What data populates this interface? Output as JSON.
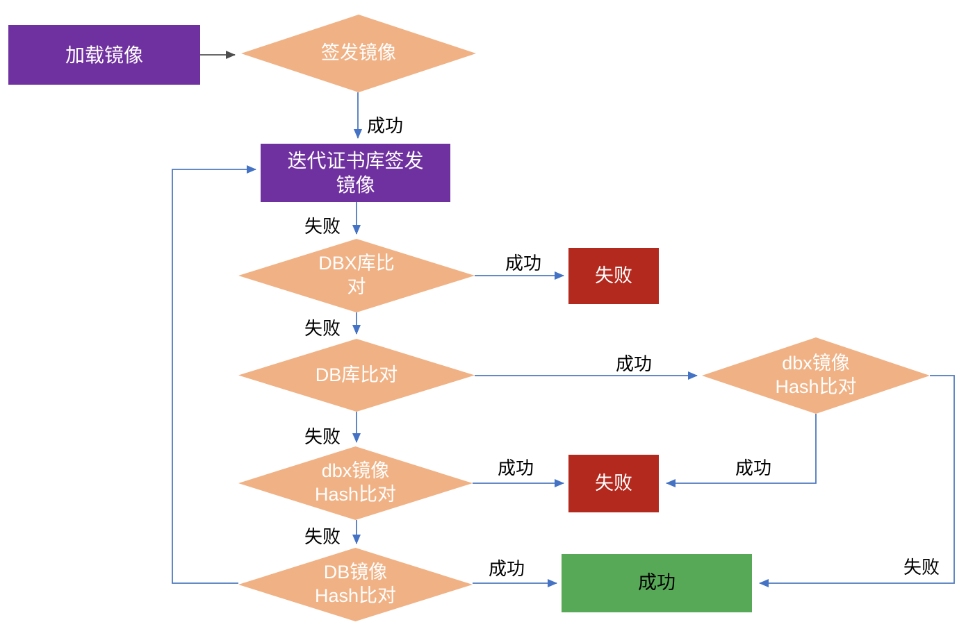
{
  "diagram": {
    "type": "flowchart",
    "language": "zh-CN",
    "colors": {
      "process_fill": "#7031A0",
      "decision_fill": "#F0B184",
      "fail_fill": "#B3291E",
      "success_fill": "#57A957",
      "connector_blue": "#4E79BE",
      "connector_gray": "#6A6A6A",
      "node_text": "#ffffff",
      "label_text": "#000000"
    },
    "nodes": {
      "load": {
        "label": "加载镜像",
        "type": "process"
      },
      "sign": {
        "label": "签发镜像",
        "type": "decision"
      },
      "iterate": {
        "line1": "迭代证书库签发",
        "line2": "镜像",
        "type": "process"
      },
      "dbx_lib": {
        "line1": "DBX库比",
        "line2": "对",
        "type": "decision"
      },
      "db_lib": {
        "label": "DB库比对",
        "type": "decision"
      },
      "dbx_hash_right": {
        "line1": "dbx镜像",
        "line2": "Hash比对",
        "type": "decision"
      },
      "dbx_hash_mid": {
        "line1": "dbx镜像",
        "line2": "Hash比对",
        "type": "decision"
      },
      "db_hash": {
        "line1": "DB镜像",
        "line2": "Hash比对",
        "type": "decision"
      },
      "fail1": {
        "label": "失败",
        "type": "terminal"
      },
      "fail2": {
        "label": "失败",
        "type": "terminal"
      },
      "success": {
        "label": "成功",
        "type": "terminal"
      }
    },
    "edges": {
      "sign_to_iterate": {
        "label": "成功"
      },
      "iterate_to_dbxlib": {
        "label": "失败"
      },
      "dbxlib_to_fail1": {
        "label": "成功"
      },
      "dbxlib_to_dblib": {
        "label": "失败"
      },
      "dblib_to_dbxhashright": {
        "label": "成功"
      },
      "dblib_to_dbxhashmid": {
        "label": "失败"
      },
      "dbxhashmid_to_fail2": {
        "label": "成功"
      },
      "dbxhashright_to_fail2": {
        "label": "成功"
      },
      "dbxhashmid_to_dbhash": {
        "label": "失败"
      },
      "dbhash_to_success": {
        "label": "成功"
      },
      "dbxhashright_to_success": {
        "label": "失败"
      },
      "load_to_sign": {
        "label": ""
      },
      "dbhash_loop_to_iterate": {
        "label": ""
      }
    }
  }
}
